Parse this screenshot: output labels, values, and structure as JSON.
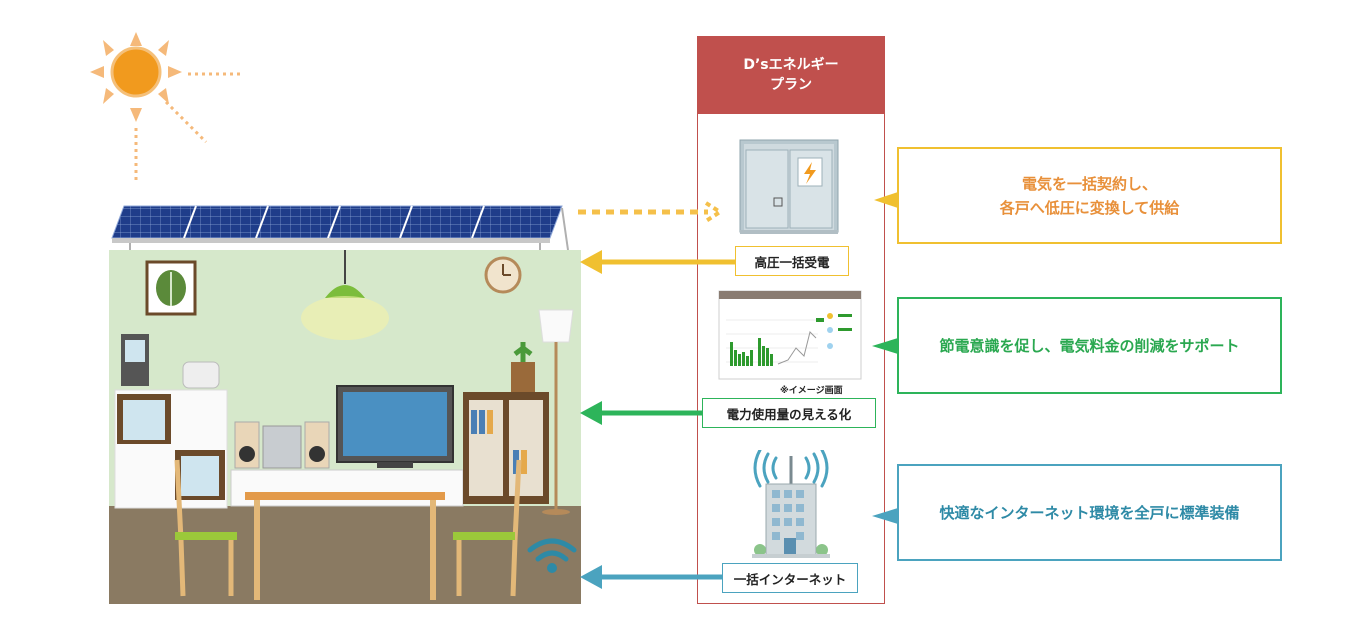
{
  "plan": {
    "title_line1": "D’sエネルギー",
    "title_line2": "プラン",
    "header_color": "#c0504d"
  },
  "labels": {
    "high_voltage": "高圧一括受電",
    "visualization": "電力使用量の見える化",
    "internet": "一括インターネット"
  },
  "screen_note": "※イメージ画面",
  "callouts": {
    "electricity": {
      "line1": "電気を一括契約し、",
      "line2": "各戸へ低圧に変換して供給",
      "color": "#f0c030",
      "text_color": "#e8903a"
    },
    "saving": {
      "text": "節電意識を促し、電気料金の削減をサポート",
      "color": "#2db45a",
      "text_color": "#2aa850"
    },
    "internet": {
      "text": "快適なインターネット環境を全戸に標準装備",
      "color": "#4ba3bf",
      "text_color": "#2e8aa6"
    }
  },
  "icons": [
    "sun-icon",
    "solar-panel-icon",
    "substation-icon",
    "dashboard-screen-icon",
    "antenna-building-icon",
    "wifi-icon"
  ]
}
